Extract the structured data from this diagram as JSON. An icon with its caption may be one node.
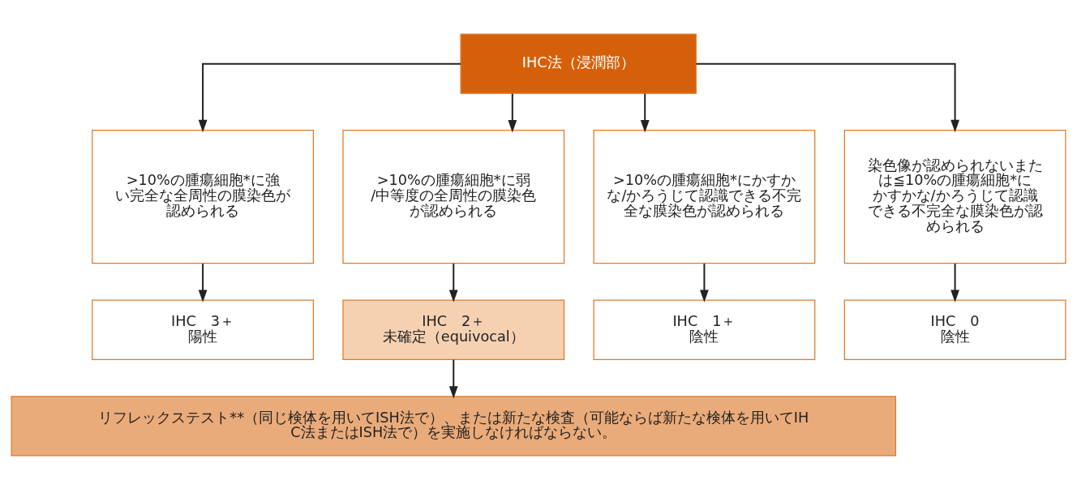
{
  "diagram": {
    "nodes": [
      {
        "text": [
          "IHC法（浸潤部）"
        ]
      },
      {
        "text": [
          ">10%の腫瘍細胞*に強い完全な全周性の膜染色が認められる"
        ]
      },
      {
        "text": [
          ">10%の腫瘍細胞*に弱/中等度の全周性の膜染色が認められる"
        ]
      },
      {
        "text": [
          ">10%の腫瘍細胞*にかすかな/かろうじて認識できる不完全な膜染色が認められる"
        ]
      },
      {
        "text": [
          "染色像が認められないまたは≦10%の腫瘍細胞*にかすかな/かろうじて認識できる不完全な膜染色が認められる"
        ]
      },
      {
        "text": [
          "IHC　3＋",
          "陽性"
        ]
      },
      {
        "text": [
          "IHC　2＋",
          "未確定（equivocal）"
        ]
      },
      {
        "text": [
          "IHC　1＋",
          "陰性"
        ]
      },
      {
        "text": [
          "IHC　0",
          "陰性"
        ]
      },
      {
        "text": [
          "リフレックステスト**（同じ検体を用いてISH法で）、または新たな検査（可能ならば新たな検体を用いてIHC法またはISH法で）を実施しなければならない。"
        ]
      }
    ],
    "edges": [
      {
        "from": 0,
        "to": 1,
        "arrow": "to"
      },
      {
        "from": 0,
        "to": 2,
        "arrow": "to"
      },
      {
        "from": 0,
        "to": 3,
        "arrow": "to"
      },
      {
        "from": 0,
        "to": 4,
        "arrow": "to"
      },
      {
        "from": 1,
        "to": 5,
        "arrow": "to"
      },
      {
        "from": 2,
        "to": 6,
        "arrow": "to"
      },
      {
        "from": 3,
        "to": 7,
        "arrow": "to"
      },
      {
        "from": 4,
        "to": 8,
        "arrow": "to"
      },
      {
        "from": 6,
        "to": 9,
        "arrow": "to"
      }
    ]
  }
}
